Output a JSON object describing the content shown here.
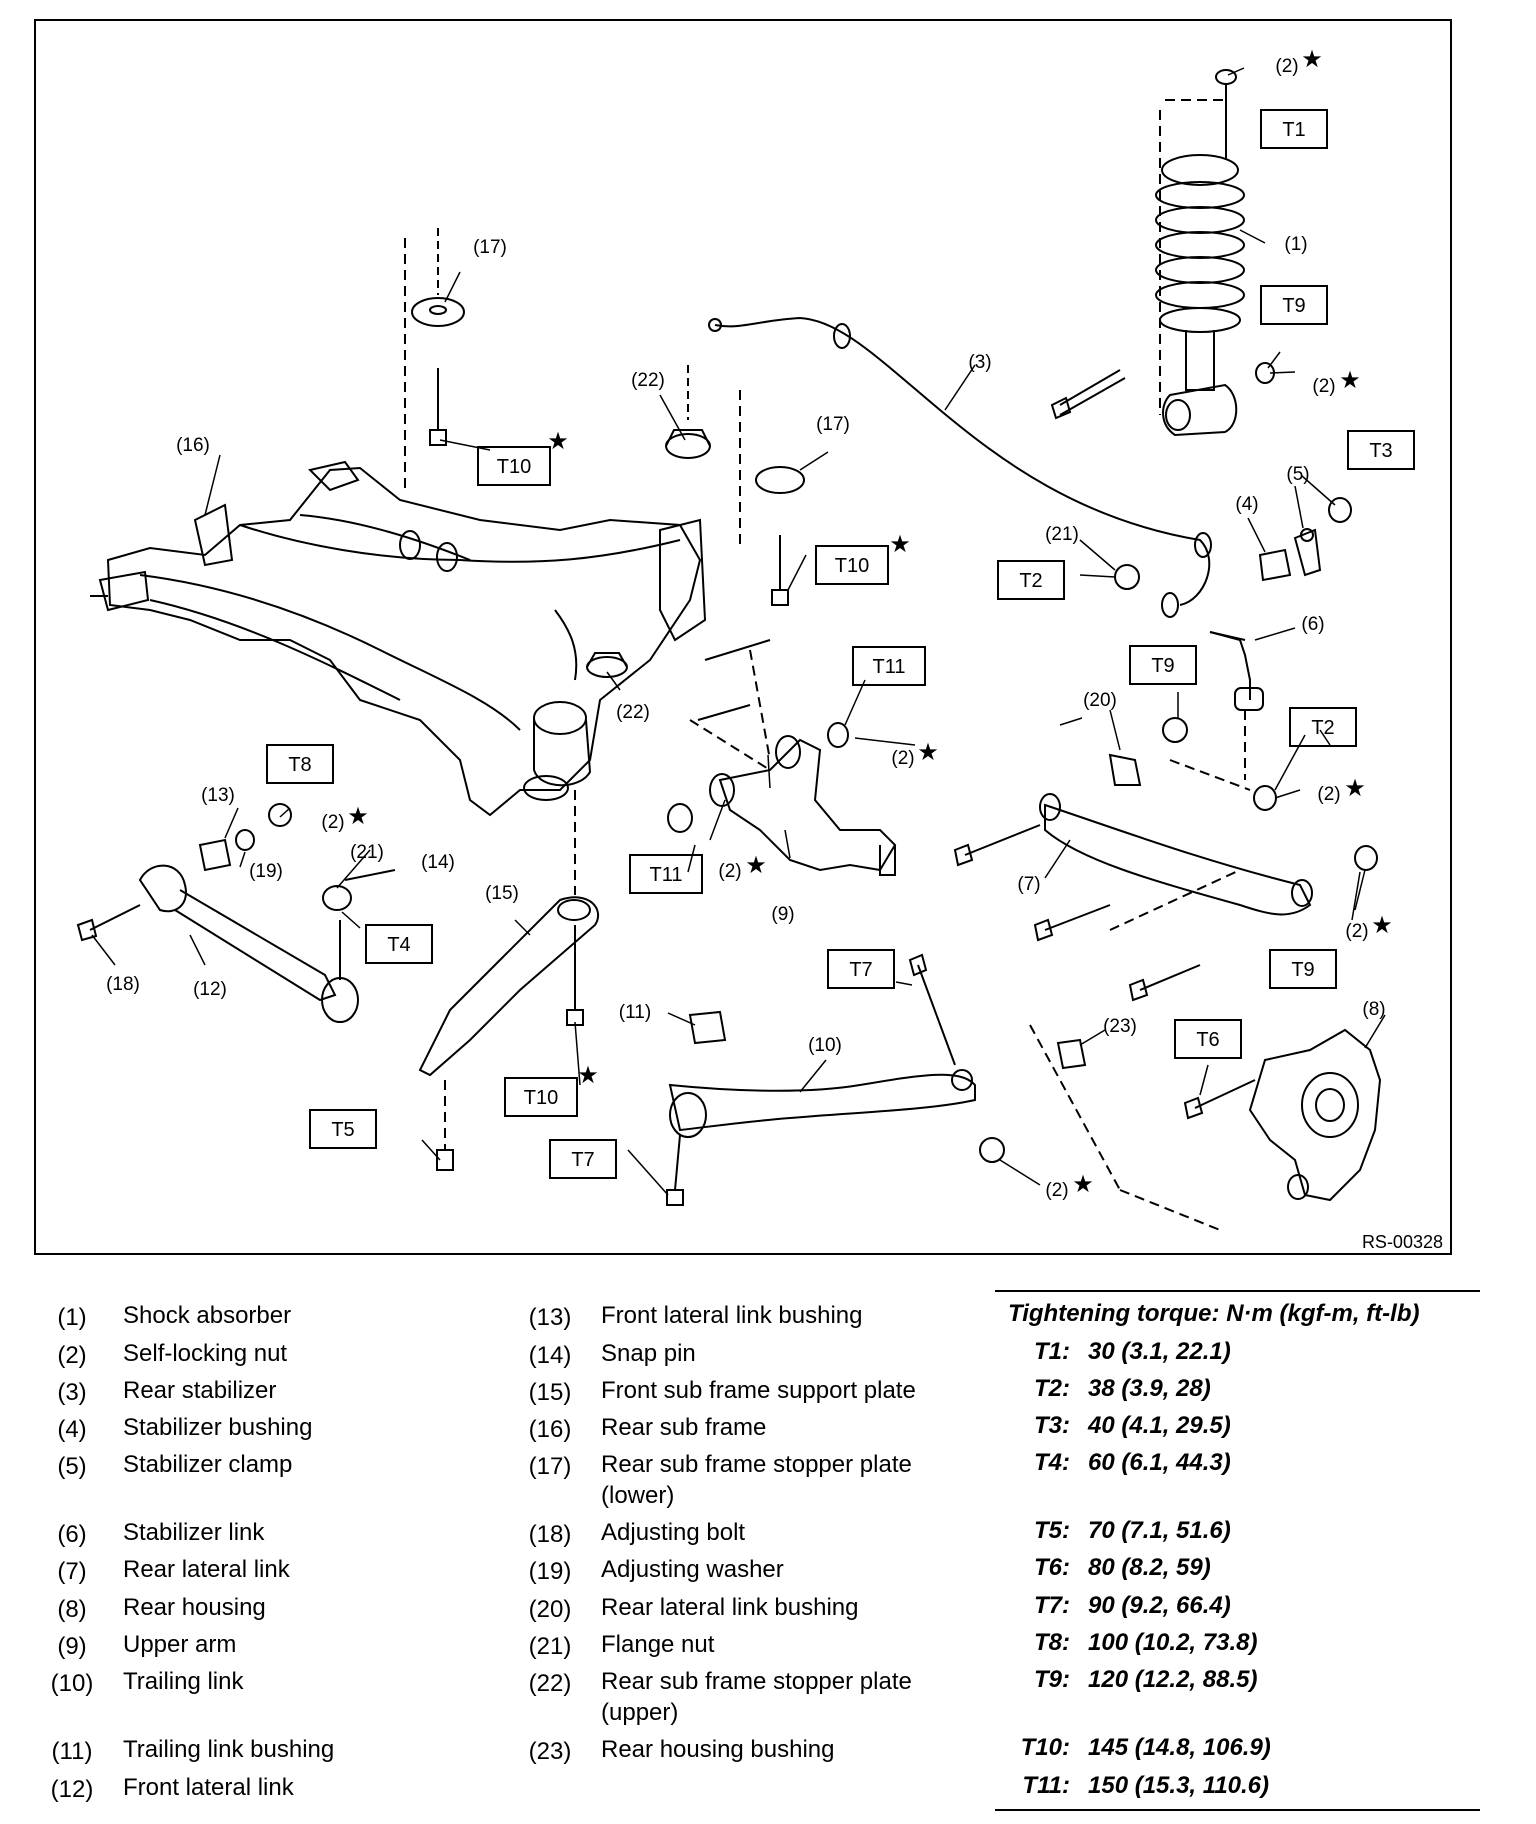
{
  "diagram": {
    "figure_id": "RS-00328",
    "callouts": [
      {
        "id": "c1",
        "text": "(1)"
      },
      {
        "id": "c2a",
        "text": "(2)"
      },
      {
        "id": "c2b",
        "text": "(2)"
      },
      {
        "id": "c2c",
        "text": "(2)"
      },
      {
        "id": "c2d",
        "text": "(2)"
      },
      {
        "id": "c2e",
        "text": "(2)"
      },
      {
        "id": "c2f",
        "text": "(2)"
      },
      {
        "id": "c2g",
        "text": "(2)"
      },
      {
        "id": "c2h",
        "text": "(2)"
      },
      {
        "id": "c3",
        "text": "(3)"
      },
      {
        "id": "c4",
        "text": "(4)"
      },
      {
        "id": "c5",
        "text": "(5)"
      },
      {
        "id": "c6",
        "text": "(6)"
      },
      {
        "id": "c7",
        "text": "(7)"
      },
      {
        "id": "c8",
        "text": "(8)"
      },
      {
        "id": "c9",
        "text": "(9)"
      },
      {
        "id": "c10",
        "text": "(10)"
      },
      {
        "id": "c11",
        "text": "(11)"
      },
      {
        "id": "c12",
        "text": "(12)"
      },
      {
        "id": "c13",
        "text": "(13)"
      },
      {
        "id": "c14",
        "text": "(14)"
      },
      {
        "id": "c15",
        "text": "(15)"
      },
      {
        "id": "c16",
        "text": "(16)"
      },
      {
        "id": "c17a",
        "text": "(17)"
      },
      {
        "id": "c17b",
        "text": "(17)"
      },
      {
        "id": "c18",
        "text": "(18)"
      },
      {
        "id": "c19",
        "text": "(19)"
      },
      {
        "id": "c20",
        "text": "(20)"
      },
      {
        "id": "c21a",
        "text": "(21)"
      },
      {
        "id": "c21b",
        "text": "(21)"
      },
      {
        "id": "c22a",
        "text": "(22)"
      },
      {
        "id": "c22b",
        "text": "(22)"
      },
      {
        "id": "c23",
        "text": "(23)"
      }
    ],
    "torque_boxes": [
      {
        "id": "b1",
        "text": "T1"
      },
      {
        "id": "b2",
        "text": "T9"
      },
      {
        "id": "b3",
        "text": "T3"
      },
      {
        "id": "b4",
        "text": "T2"
      },
      {
        "id": "b5",
        "text": "T10"
      },
      {
        "id": "b6",
        "text": "T10"
      },
      {
        "id": "b7",
        "text": "T11"
      },
      {
        "id": "b8",
        "text": "T9"
      },
      {
        "id": "b9",
        "text": "T2"
      },
      {
        "id": "b10",
        "text": "T8"
      },
      {
        "id": "b11",
        "text": "T11"
      },
      {
        "id": "b12",
        "text": "T4"
      },
      {
        "id": "b13",
        "text": "T9"
      },
      {
        "id": "b14",
        "text": "T7"
      },
      {
        "id": "b15",
        "text": "T6"
      },
      {
        "id": "b16",
        "text": "T10"
      },
      {
        "id": "b17",
        "text": "T5"
      },
      {
        "id": "b18",
        "text": "T7"
      }
    ]
  },
  "legend": [
    {
      "num": "(1)",
      "name": "Shock absorber"
    },
    {
      "num": "(2)",
      "name": "Self-locking nut"
    },
    {
      "num": "(3)",
      "name": "Rear stabilizer"
    },
    {
      "num": "(4)",
      "name": "Stabilizer bushing"
    },
    {
      "num": "(5)",
      "name": "Stabilizer clamp"
    },
    {
      "num": "(6)",
      "name": "Stabilizer link"
    },
    {
      "num": "(7)",
      "name": "Rear lateral link"
    },
    {
      "num": "(8)",
      "name": "Rear housing"
    },
    {
      "num": "(9)",
      "name": "Upper arm"
    },
    {
      "num": "(10)",
      "name": "Trailing link"
    },
    {
      "num": "(11)",
      "name": "Trailing link bushing"
    },
    {
      "num": "(12)",
      "name": "Front lateral link"
    },
    {
      "num": "(13)",
      "name": "Front lateral link bushing"
    },
    {
      "num": "(14)",
      "name": "Snap pin"
    },
    {
      "num": "(15)",
      "name": "Front sub frame support plate"
    },
    {
      "num": "(16)",
      "name": "Rear sub frame"
    },
    {
      "num": "(17)",
      "name": "Rear sub frame stopper plate (lower)"
    },
    {
      "num": "(18)",
      "name": "Adjusting bolt"
    },
    {
      "num": "(19)",
      "name": "Adjusting washer"
    },
    {
      "num": "(20)",
      "name": "Rear lateral link bushing"
    },
    {
      "num": "(21)",
      "name": "Flange nut"
    },
    {
      "num": "(22)",
      "name": "Rear sub frame stopper plate (upper)"
    },
    {
      "num": "(23)",
      "name": "Rear housing bushing"
    }
  ],
  "torque": {
    "heading": "Tightening torque: N·m (kgf-m, ft-lb)",
    "rows": [
      {
        "code": "T1:",
        "value": "30 (3.1, 22.1)"
      },
      {
        "code": "T2:",
        "value": "38 (3.9, 28)"
      },
      {
        "code": "T3:",
        "value": "40 (4.1, 29.5)"
      },
      {
        "code": "T4:",
        "value": "60 (6.1, 44.3)"
      },
      {
        "code": "T5:",
        "value": "70 (7.1, 51.6)"
      },
      {
        "code": "T6:",
        "value": "80 (8.2, 59)"
      },
      {
        "code": "T7:",
        "value": "90 (9.2, 66.4)"
      },
      {
        "code": "T8:",
        "value": "100 (10.2, 73.8)"
      },
      {
        "code": "T9:",
        "value": "120 (12.2, 88.5)"
      },
      {
        "code": "T10:",
        "value": "145 (14.8, 106.9)"
      },
      {
        "code": "T11:",
        "value": "150 (15.3, 110.6)"
      }
    ]
  }
}
